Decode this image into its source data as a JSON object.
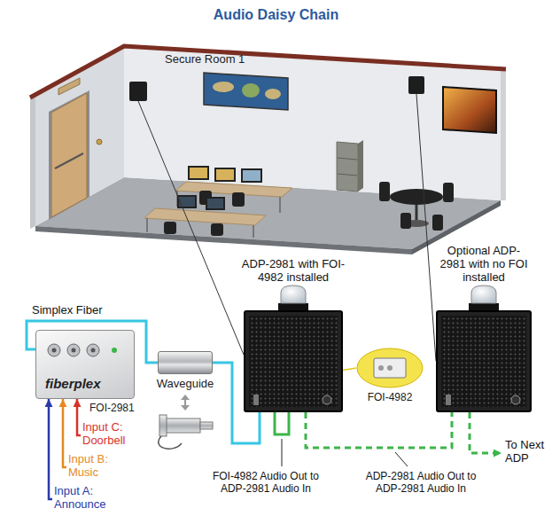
{
  "diagram": {
    "title": "Audio Daisy Chain",
    "nodes": [
      {
        "text": [
          "Secure Room 1"
        ]
      },
      {
        "text": [
          "ADP-2981 with FOI-4982 installed"
        ]
      },
      {
        "text": [
          "FOI-4982"
        ]
      },
      {
        "text": [
          "Optional ADP-2981 with no FOI installed"
        ]
      },
      {
        "text": [
          "fiberplex",
          "FOI-2981"
        ]
      },
      {
        "text": [
          "Waveguide"
        ]
      },
      {
        "text": [
          "Input C: Doorbell"
        ]
      },
      {
        "text": [
          "Input B: Music"
        ]
      },
      {
        "text": [
          "Input A: Announce"
        ]
      },
      {
        "text": [
          "To Next ADP"
        ]
      }
    ],
    "edges": [
      {
        "from": 4,
        "to": 5,
        "arrow": "none",
        "label": "Simplex Fiber"
      },
      {
        "from": 5,
        "to": 1,
        "arrow": "none"
      },
      {
        "from": 1,
        "to": 3,
        "arrow": "none"
      },
      {
        "from": 3,
        "to": 9,
        "arrow": "to"
      },
      {
        "from": 2,
        "to": 1,
        "arrow": "none"
      },
      {
        "from": 8,
        "to": 4,
        "arrow": "to"
      },
      {
        "from": 7,
        "to": 4,
        "arrow": "to"
      },
      {
        "from": 6,
        "to": 4,
        "arrow": "to"
      }
    ],
    "labels": [
      "FOI-4982 Audio Out to ADP-2981 Audio In",
      "ADP-2981 Audio Out to ADP-2981 Audio In"
    ]
  }
}
